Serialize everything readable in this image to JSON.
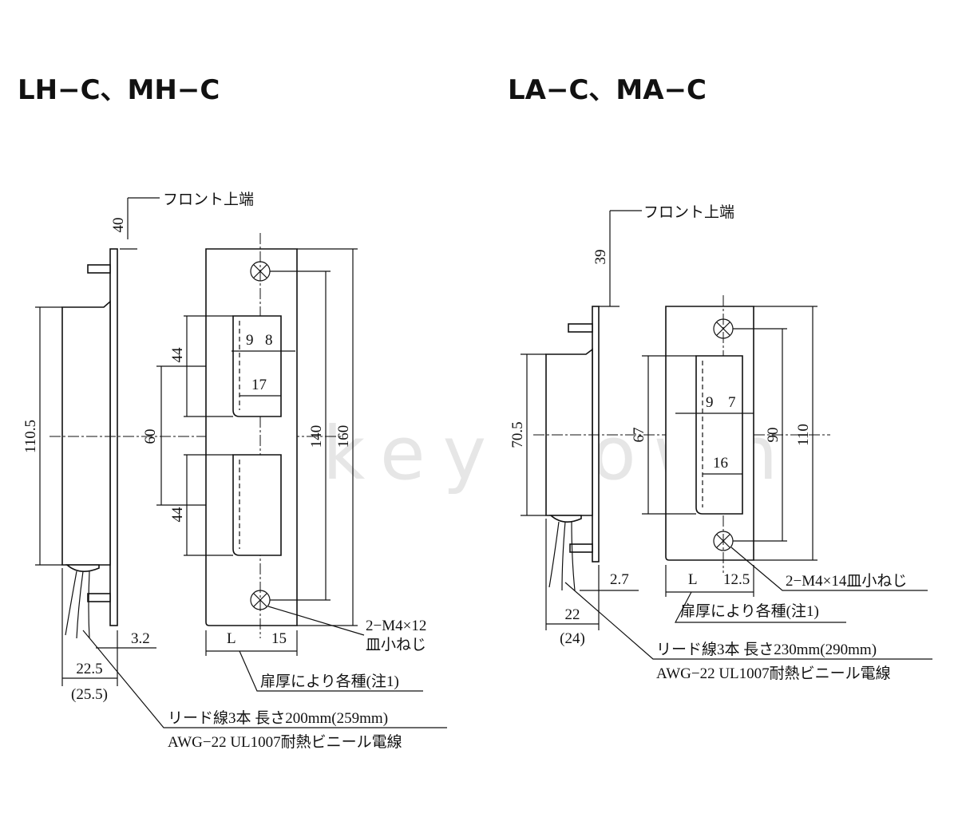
{
  "watermark": "©key town",
  "left": {
    "title": "LH−C、MH−C",
    "front_label": "フロント上端",
    "dims": {
      "top_offset": "40",
      "body_height": "110.5",
      "window": "44",
      "window2": "44",
      "window_gap": "60",
      "hole_pitch": "140",
      "plate_height": "160",
      "w9": "9",
      "w8": "8",
      "w17": "17",
      "L": "L",
      "w15": "15",
      "w32": "3.2",
      "depth": "22.5",
      "depth_alt": "(25.5)"
    },
    "screw_note_1": "2−M4×12",
    "screw_note_2": "皿小ねじ",
    "door_note": "扉厚により各種(注1)",
    "lead_note_1": "リード線3本 長さ200mm(259mm)",
    "lead_note_2": "AWG−22 UL1007耐熱ビニール電線"
  },
  "right": {
    "title": "LA−C、MA−C",
    "front_label": "フロント上端",
    "dims": {
      "top_offset": "39",
      "body_height": "70.5",
      "window": "67",
      "hole_pitch": "90",
      "plate_height": "110",
      "w9": "9",
      "w7": "7",
      "w16": "16",
      "L": "L",
      "w125": "12.5",
      "w27": "2.7",
      "depth": "22",
      "depth_alt": "(24)"
    },
    "screw_note": "2−M4×14皿小ねじ",
    "door_note": "扉厚により各種(注1)",
    "lead_note_1": "リード線3本 長さ230mm(290mm)",
    "lead_note_2": "AWG−22 UL1007耐熱ビニール電線"
  }
}
